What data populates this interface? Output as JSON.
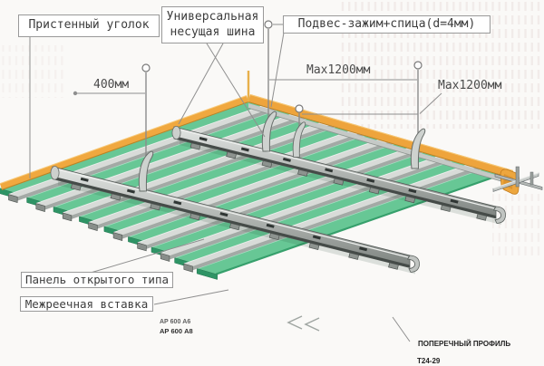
{
  "diagram": {
    "callouts": {
      "wall_angle": "Пристенный уголок",
      "carrier_rail": "Универсальная несущая шина",
      "hanger": "Подвес-зажим+спица(d=4мм)",
      "open_panel": "Панель открытого типа",
      "insert": "Межреечная вставка"
    },
    "dimensions": {
      "rail_offset": "400мм",
      "hanger_spacing_1": "Мах1200мм",
      "hanger_spacing_2": "Мах1200мм"
    },
    "captions": {
      "panel_code_1": "АР 600 А6",
      "panel_code_2": "АР 600 А8",
      "cross_profile": "ПОПЕРЕЧНЫЙ ПРОФИЛЬ",
      "cross_profile_code": "Т24-29"
    },
    "colors": {
      "background": "#faf9f7",
      "panel_green": "#67c795",
      "panel_green_dark": "#2e9465",
      "panel_highlight": "#a8e0c4",
      "insert_gray_top": "#d8dbd8",
      "insert_gray_side": "#a3a9a5",
      "rail_light": "#e3e6e4",
      "rail_dark": "#7c827e",
      "wall_angle_orange": "#f0a83f",
      "wall_angle_orange_dark": "#c1801f",
      "line_gray": "#8f8f8f"
    }
  }
}
